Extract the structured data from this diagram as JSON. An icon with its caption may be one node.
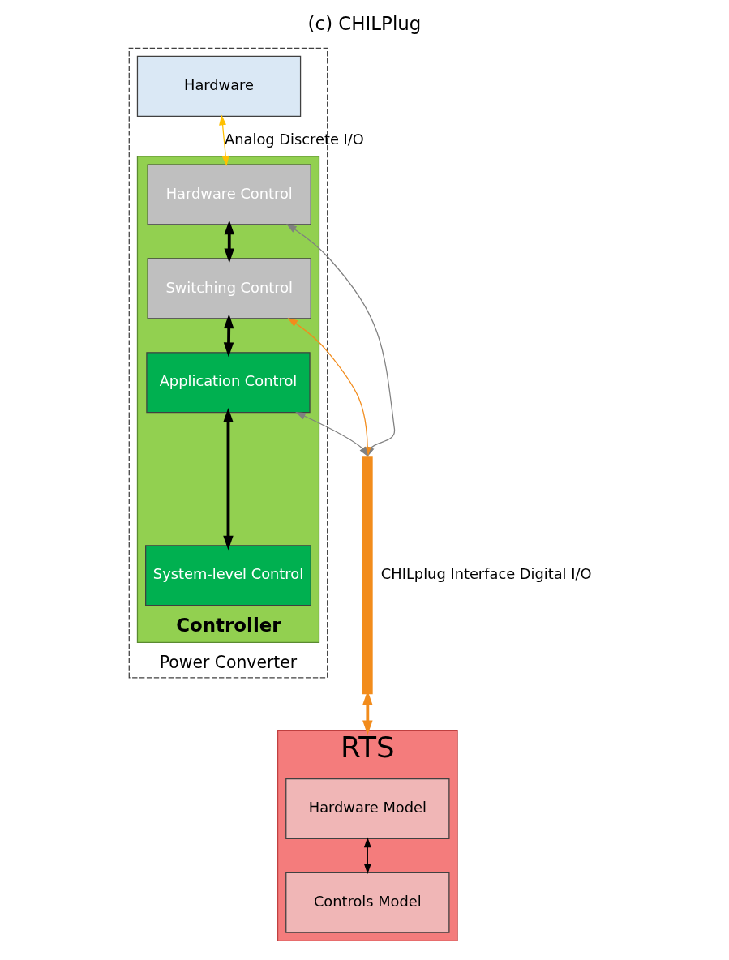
{
  "diagram": {
    "title": "(c) CHILPlug",
    "nodes": [
      {
        "text": [
          "Power Converter"
        ]
      },
      {
        "text": [
          "Hardware"
        ],
        "in": 0
      },
      {
        "text": [
          "Controller"
        ],
        "in": 0
      },
      {
        "text": [
          "Hardware Control"
        ],
        "in": 2
      },
      {
        "text": [
          "Switching Control"
        ],
        "in": 2
      },
      {
        "text": [
          "Application Control"
        ],
        "in": 2
      },
      {
        "text": [
          "System-level Control"
        ],
        "in": 2
      },
      {
        "text": [
          "RTS"
        ]
      },
      {
        "text": [
          "Hardware Model"
        ],
        "in": 7
      },
      {
        "text": [
          "Controls Model"
        ],
        "in": 7
      },
      {
        "text": [],
        "shape": "bar",
        "beside": [
          "CHILplug Interface Digital I/O"
        ]
      }
    ],
    "edges": [
      {
        "from": 1,
        "to": 3,
        "arrow": "both",
        "label": "Analog Discrete I/O",
        "color": "#ffc000"
      },
      {
        "from": 3,
        "to": 4,
        "arrow": "both",
        "style": "thick"
      },
      {
        "from": 4,
        "to": 5,
        "arrow": "both",
        "style": "thick"
      },
      {
        "from": 5,
        "to": 6,
        "arrow": "both",
        "style": "thick"
      },
      {
        "from": 3,
        "to": 10,
        "arrow": "both",
        "color": "#808080"
      },
      {
        "from": 4,
        "to": 10,
        "arrow": "both",
        "color": "#f28c1c"
      },
      {
        "from": 5,
        "to": 10,
        "arrow": "both",
        "color": "#808080"
      },
      {
        "from": 8,
        "to": 9,
        "arrow": "both"
      },
      {
        "from": 10,
        "to": 7,
        "arrow": "both",
        "style": "thick",
        "color": "#f28c1c"
      }
    ]
  }
}
